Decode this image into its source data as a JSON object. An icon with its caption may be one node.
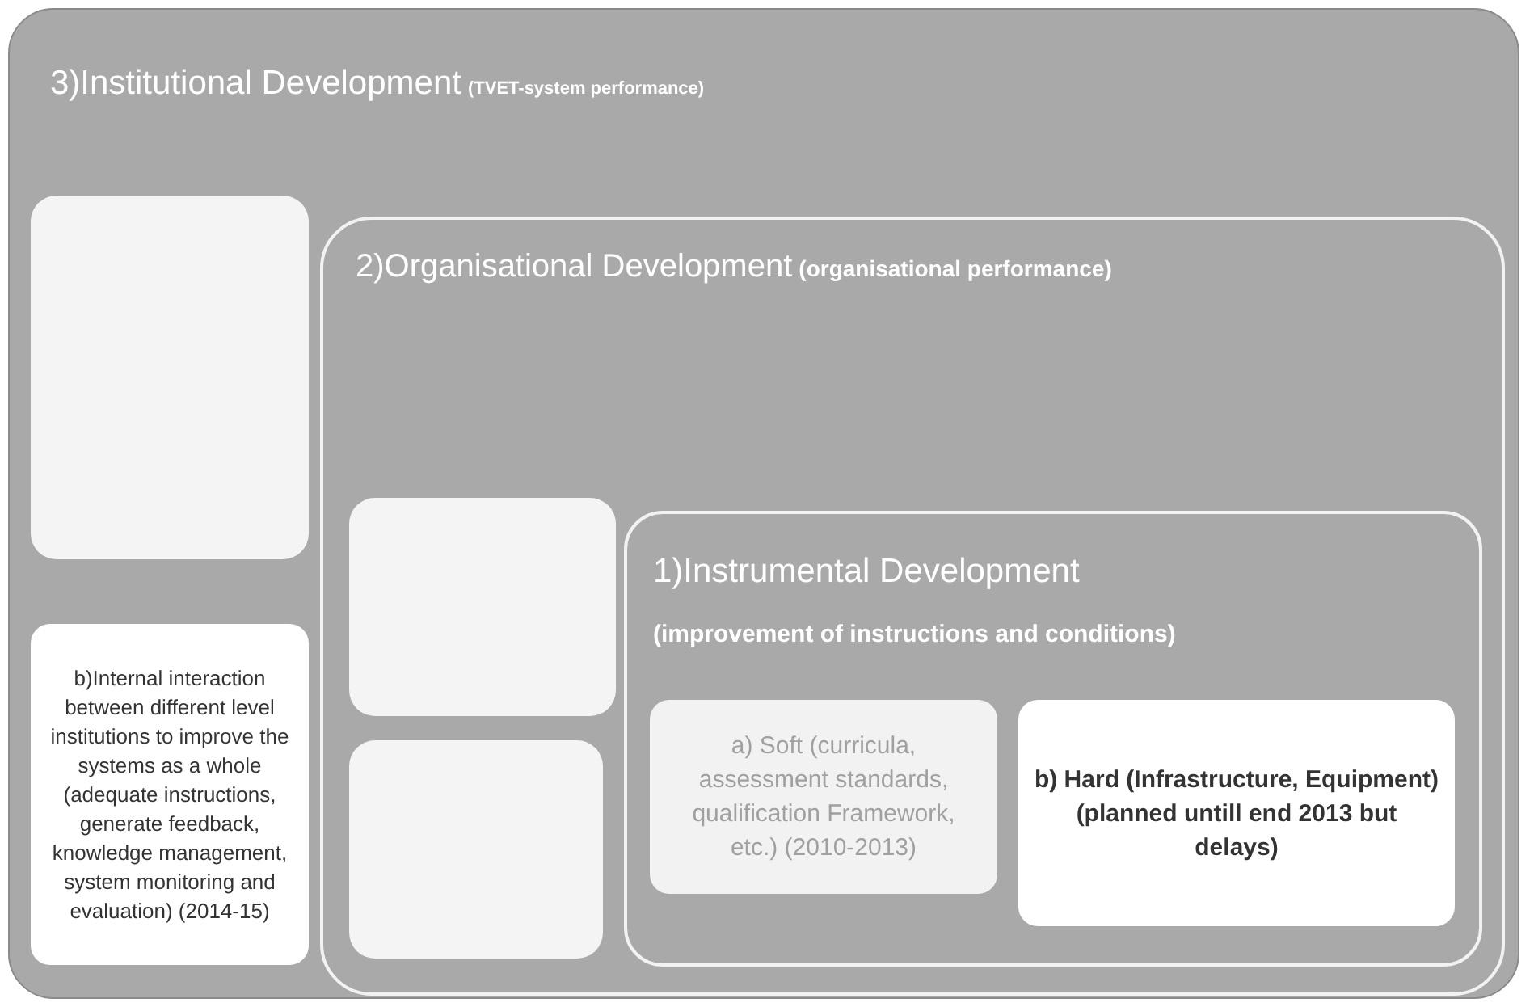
{
  "diagram": {
    "nodes": [
      {
        "text": [
          "3)Institutional Development",
          "(TVET-system performance)"
        ]
      },
      {
        "text": [],
        "shape": "box",
        "in": 0
      },
      {
        "text": [
          "b)Internal interaction between different level institutions to improve the systems as a whole (adequate instructions, generate feedback, knowledge management, system monitoring and evaluation) (2014-15)"
        ],
        "in": 0
      },
      {
        "text": [
          "2)Organisational Development",
          "(organisational performance)"
        ],
        "in": 0
      },
      {
        "text": [],
        "shape": "box",
        "in": 3
      },
      {
        "text": [],
        "shape": "box",
        "in": 3
      },
      {
        "text": [
          "1)Instrumental Development",
          "(improvement of instructions and conditions)"
        ],
        "in": 3
      },
      {
        "text": [
          "a) Soft (curricula, assessment standards, qualification Framework, etc.) (2010-2013)"
        ],
        "in": 6
      },
      {
        "text": [
          "b) Hard (Infrastructure, Equipment) (planned untill end 2013 but delays)"
        ],
        "in": 6
      }
    ]
  }
}
